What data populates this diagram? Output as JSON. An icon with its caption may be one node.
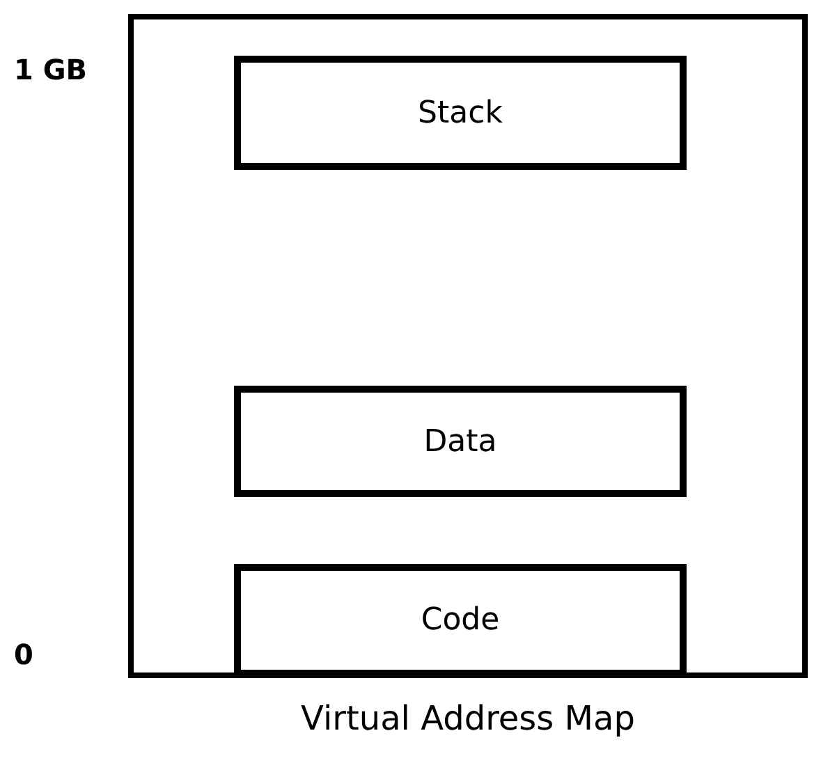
{
  "diagram": {
    "nodes": [
      {
        "text": [
          "Virtual Address Map"
        ]
      },
      {
        "text": [
          "Stack"
        ],
        "in": 0
      },
      {
        "text": [
          "Data"
        ],
        "in": 0
      },
      {
        "text": [
          "Code"
        ],
        "in": 0
      }
    ],
    "labels": [
      "1 GB",
      "0"
    ]
  }
}
